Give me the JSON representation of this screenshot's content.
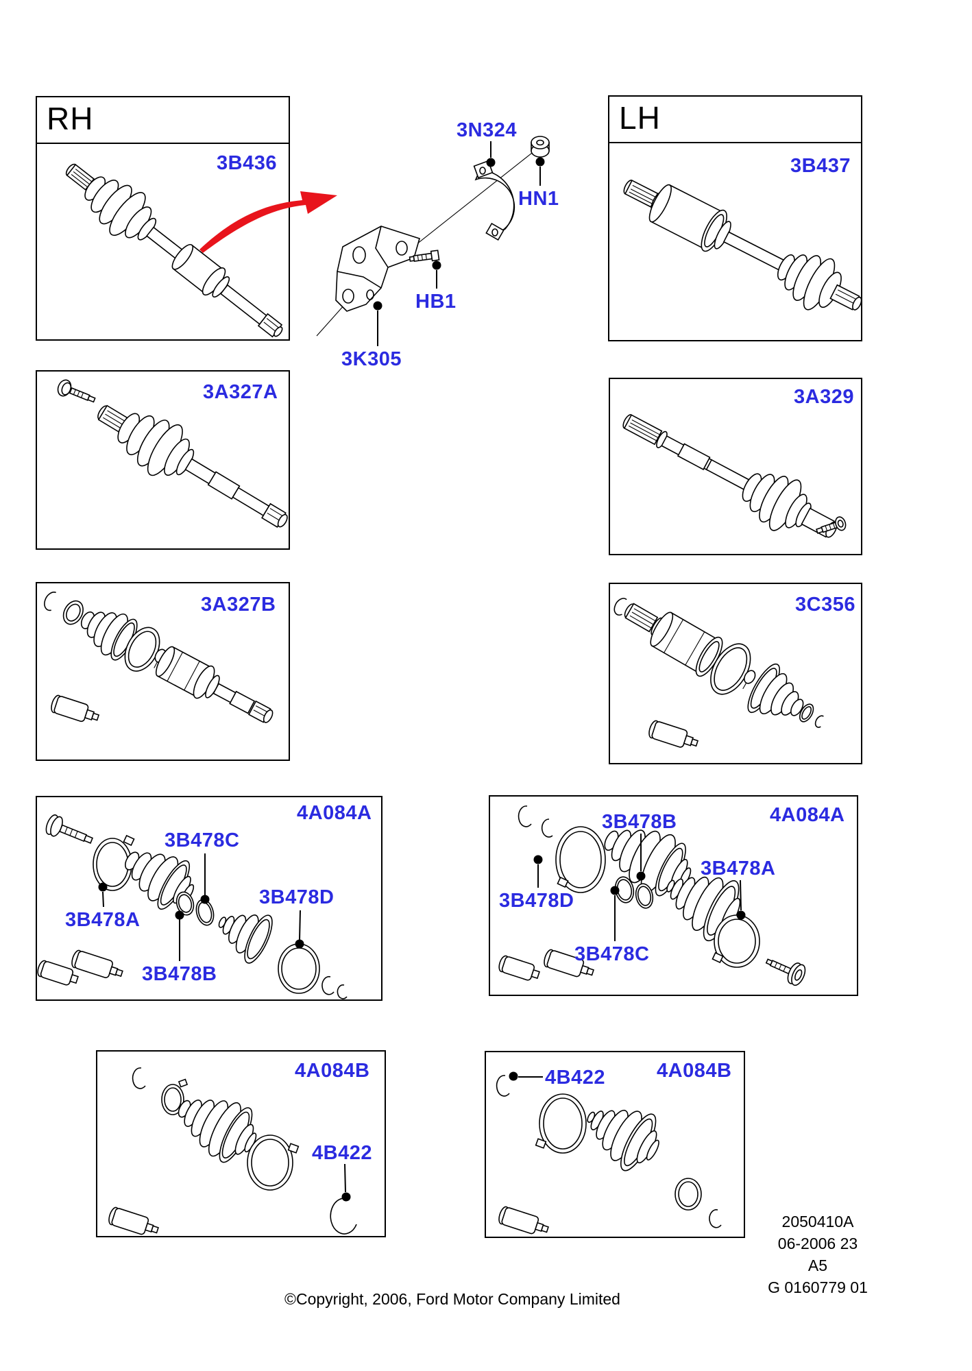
{
  "colors": {
    "part_link_blue": "#2b2be0",
    "arrow_red": "#e8141c"
  },
  "panels": {
    "rh_assembly": {
      "header": "RH",
      "code": "3B436"
    },
    "lh_assembly": {
      "header": "LH",
      "code": "3B437"
    },
    "mount_bracket_group": {
      "strap": "3N324",
      "nut": "HN1",
      "bolt": "HB1",
      "bracket": "3K305"
    },
    "rh_outer_shaft": {
      "code": "3A327A"
    },
    "lh_outer_shaft": {
      "code": "3A329"
    },
    "rh_inner_joint": {
      "code": "3A327B"
    },
    "lh_inner_joint": {
      "code": "3C356"
    },
    "rh_boot_kit_outer": {
      "code": "4A084A",
      "clamp_large": "3B478A",
      "clamp_small": "3B478B",
      "clamp_mid": "3B478C",
      "clamp_inner": "3B478D"
    },
    "lh_boot_kit_outer": {
      "code": "4A084A",
      "clamp_large": "3B478A",
      "clamp_small": "3B478B",
      "clamp_mid": "3B478C",
      "clamp_inner": "3B478D"
    },
    "rh_boot_kit_inner": {
      "code": "4A084B",
      "circlip": "4B422"
    },
    "lh_boot_kit_inner": {
      "code": "4A084B",
      "circlip": "4B422"
    }
  },
  "plate": {
    "drawing_no": "2050410A",
    "revision": "06-2006 23",
    "sheet": "A5",
    "reference": "G 0160779 01"
  },
  "copyright": "©Copyright, 2006, Ford Motor Company Limited"
}
